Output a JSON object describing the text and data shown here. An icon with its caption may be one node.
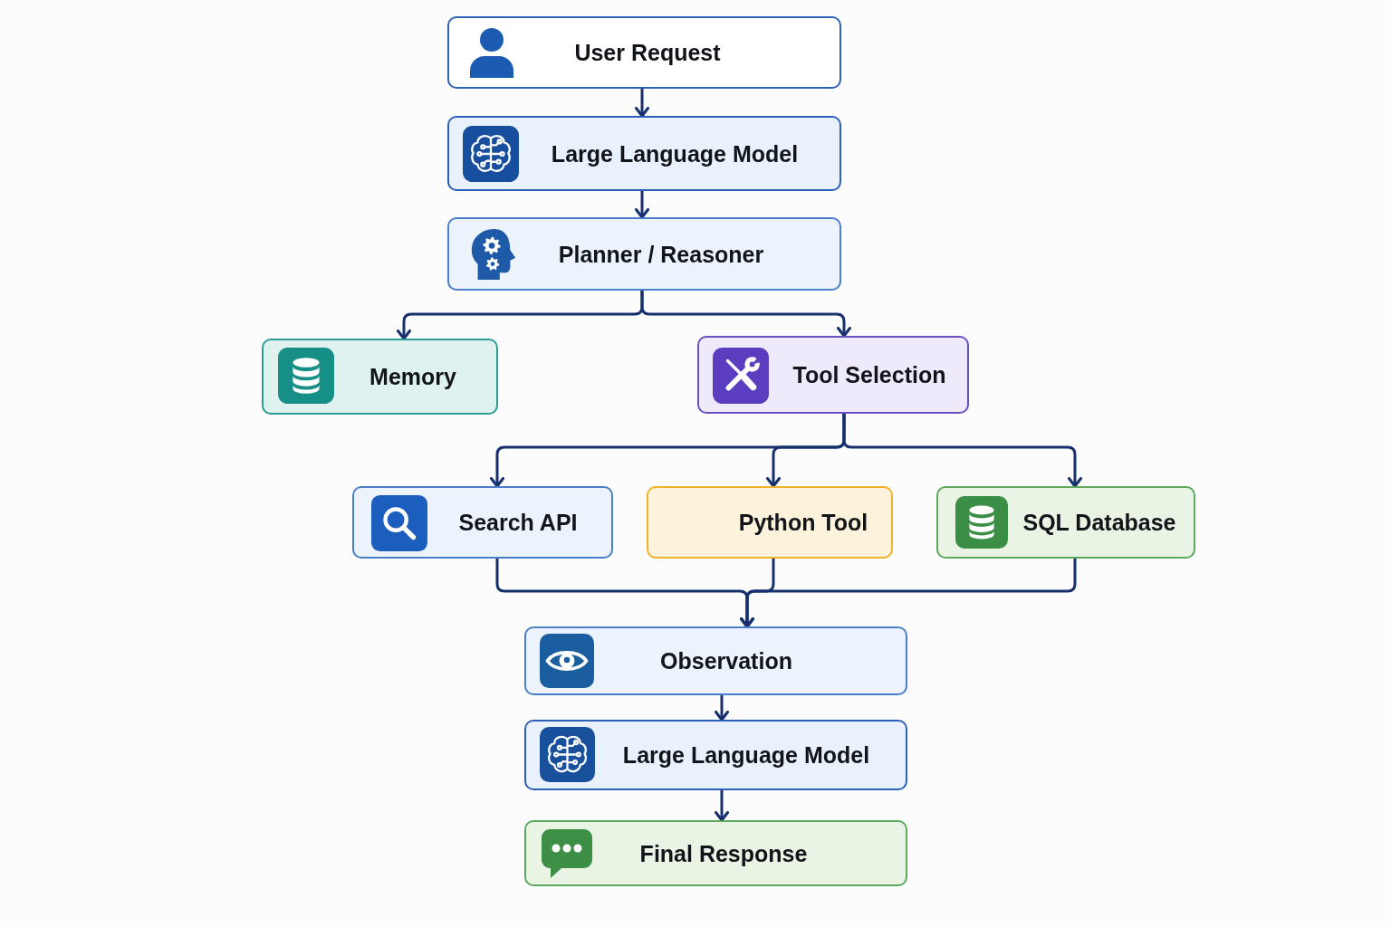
{
  "diagram": {
    "nodes": [
      {
        "text": [
          "User Request"
        ]
      },
      {
        "text": [
          "Large Language Model"
        ]
      },
      {
        "text": [
          "Planner / Reasoner"
        ]
      },
      {
        "text": [
          "Memory"
        ]
      },
      {
        "text": [
          "Tool Selection"
        ]
      },
      {
        "text": [
          "Search API"
        ]
      },
      {
        "text": [
          "Python Tool"
        ]
      },
      {
        "text": [
          "SQL Database"
        ]
      },
      {
        "text": [
          "Observation"
        ]
      },
      {
        "text": [
          "Large Language Model"
        ]
      },
      {
        "text": [
          "Final Response"
        ]
      }
    ],
    "edges": [
      {
        "from": 0,
        "to": 1,
        "arrow": "to"
      },
      {
        "from": 1,
        "to": 2,
        "arrow": "to"
      },
      {
        "from": 2,
        "to": 3,
        "arrow": "to"
      },
      {
        "from": 2,
        "to": 4,
        "arrow": "to"
      },
      {
        "from": 4,
        "to": 5,
        "arrow": "to"
      },
      {
        "from": 4,
        "to": 6,
        "arrow": "to"
      },
      {
        "from": 4,
        "to": 7,
        "arrow": "to"
      },
      {
        "from": 5,
        "to": 8,
        "arrow": "to"
      },
      {
        "from": 6,
        "to": 8,
        "arrow": "to"
      },
      {
        "from": 7,
        "to": 8,
        "arrow": "to"
      },
      {
        "from": 8,
        "to": 9,
        "arrow": "to"
      },
      {
        "from": 9,
        "to": 10,
        "arrow": "to"
      }
    ]
  }
}
